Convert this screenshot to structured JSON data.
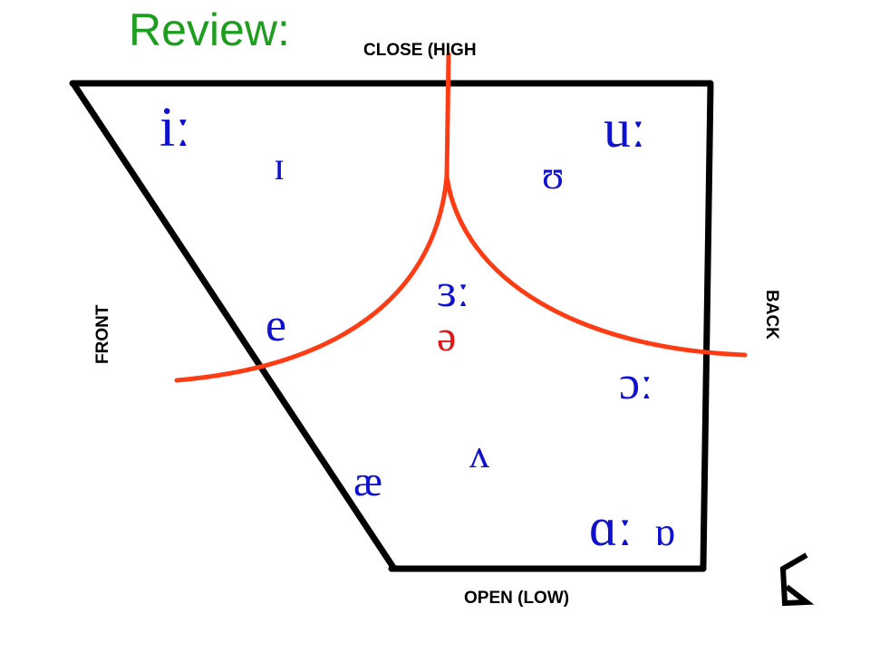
{
  "title": "Review:",
  "axis_labels": {
    "close": "CLOSE (HIGH",
    "open": "OPEN (LOW)",
    "front": "FRONT",
    "back": "BACK"
  },
  "vowels": {
    "i_long": "iː",
    "small_i": "ɪ",
    "u_long": "uː",
    "upsilon": "ʊ",
    "er_long": "ɜː",
    "schwa": "ə",
    "e": "e",
    "open_o_long": "ɔː",
    "wedge": "ʌ",
    "ae": "æ",
    "a_long": "ɑː",
    "turned_a": "ɒ"
  },
  "colors": {
    "title": "#1e9e1e",
    "trapezoid": "#000000",
    "dividers": "#ff3c14",
    "symbols": "#1010d0",
    "schwa": "#e01818"
  }
}
